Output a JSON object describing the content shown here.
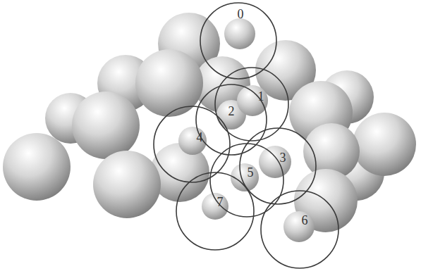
{
  "diagram": {
    "labels": [
      "0",
      "1",
      "2",
      "3",
      "4",
      "5",
      "6",
      "7"
    ]
  }
}
